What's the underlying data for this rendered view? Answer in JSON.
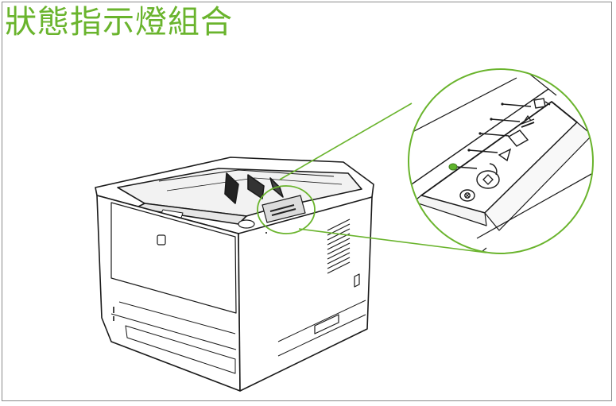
{
  "title": "狀態指示燈組合",
  "colors": {
    "accent": "#6ab42d",
    "led_ready": "#5fb32c",
    "outline": "#1a1a1a",
    "background": "#ffffff"
  },
  "icons": [
    "printer-illustration",
    "control-panel-zoom-callout",
    "toner-icon",
    "paper-icon",
    "attention-icon",
    "ready-icon",
    "go-button-icon",
    "cancel-button-icon",
    "lock-icon"
  ]
}
